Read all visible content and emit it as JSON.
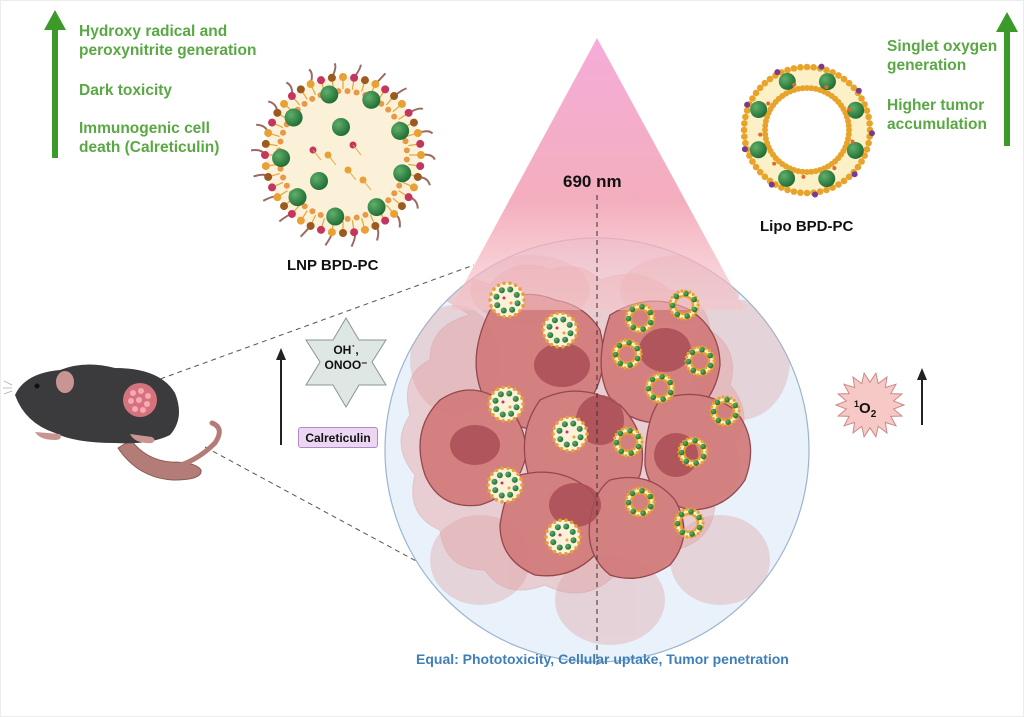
{
  "left_effects": {
    "direction": "increase",
    "items": [
      "Hydroxy radical and peroxynitrite generation",
      "Dark toxicity",
      "Immunogenic cell death (Calreticulin)"
    ],
    "lines": [
      "Hydroxy radical and",
      "peroxynitrite generation",
      "Dark toxicity",
      "Immunogenic cell",
      "death (Calreticulin)"
    ]
  },
  "right_effects": {
    "direction": "increase",
    "lines": [
      "Singlet oxygen",
      "generation",
      "Higher tumor",
      "accumulation"
    ]
  },
  "nanoparticles": {
    "lnp_label": "LNP BPD-PC",
    "lipo_label": "Lipo BPD-PC"
  },
  "light": {
    "wavelength_label": "690 nm"
  },
  "ros_left": {
    "line1": "OH˙,",
    "line2": "ONOO⁻",
    "marker_label": "Calreticulin"
  },
  "ros_right": {
    "label_sup": "1",
    "label_main": "O",
    "label_sub": "2"
  },
  "footer": {
    "equal_label": "Equal: Phototoxicity, Cellular uptake, Tumor penetration"
  },
  "colors": {
    "effect_green": "#5aa844",
    "footer_blue": "#3e7fb8",
    "light_pink": "#f4a6cf",
    "tumor_red": "#c8676a",
    "calreticulin_bg": "#ecd7f3",
    "star_ros_bg": "#dfe7e4",
    "singlet_burst_bg": "#f6c9c6"
  }
}
